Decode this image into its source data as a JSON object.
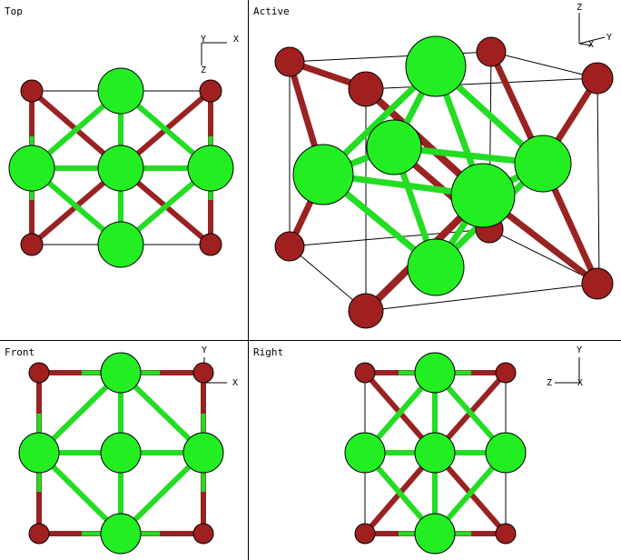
{
  "viewports": {
    "top": {
      "label": "Top",
      "axes": [
        "Y",
        "X",
        "Z"
      ]
    },
    "active": {
      "label": "Active",
      "axes": [
        "Z",
        "Y",
        "X"
      ]
    },
    "front": {
      "label": "Front",
      "axes": [
        "Y",
        "X"
      ]
    },
    "right": {
      "label": "Right",
      "axes": [
        "Y",
        "Z",
        "X"
      ]
    }
  },
  "colors": {
    "green_atom": "#22ee22",
    "red_atom": "#a02020",
    "bond_green": "#22dd22",
    "bond_red": "#992222",
    "outline": "#000000",
    "background": "#ffffff"
  }
}
